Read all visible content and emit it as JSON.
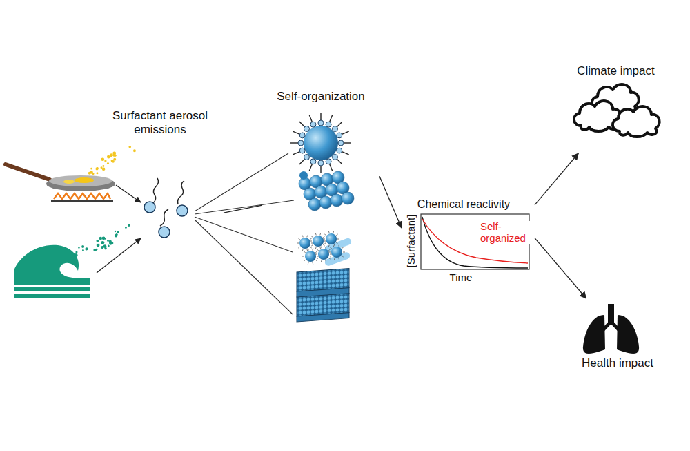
{
  "diagram": {
    "nodes": [
      {
        "text": [
          "Surfactant aerosol emissions"
        ]
      },
      {
        "text": [
          "Self-organization"
        ]
      },
      {
        "text": [
          "Chemical reactivity",
          "Self- organized",
          "[Surfactant]",
          "Time"
        ]
      },
      {
        "text": [
          "Climate impact"
        ]
      },
      {
        "text": [
          "Health impact"
        ]
      }
    ],
    "edges": [
      {
        "from": 0,
        "to": 1,
        "arrow": "none"
      },
      {
        "from": 1,
        "to": 2,
        "arrow": "to"
      },
      {
        "from": 2,
        "to": 3,
        "arrow": "to"
      },
      {
        "from": 2,
        "to": 4,
        "arrow": "to"
      }
    ]
  }
}
